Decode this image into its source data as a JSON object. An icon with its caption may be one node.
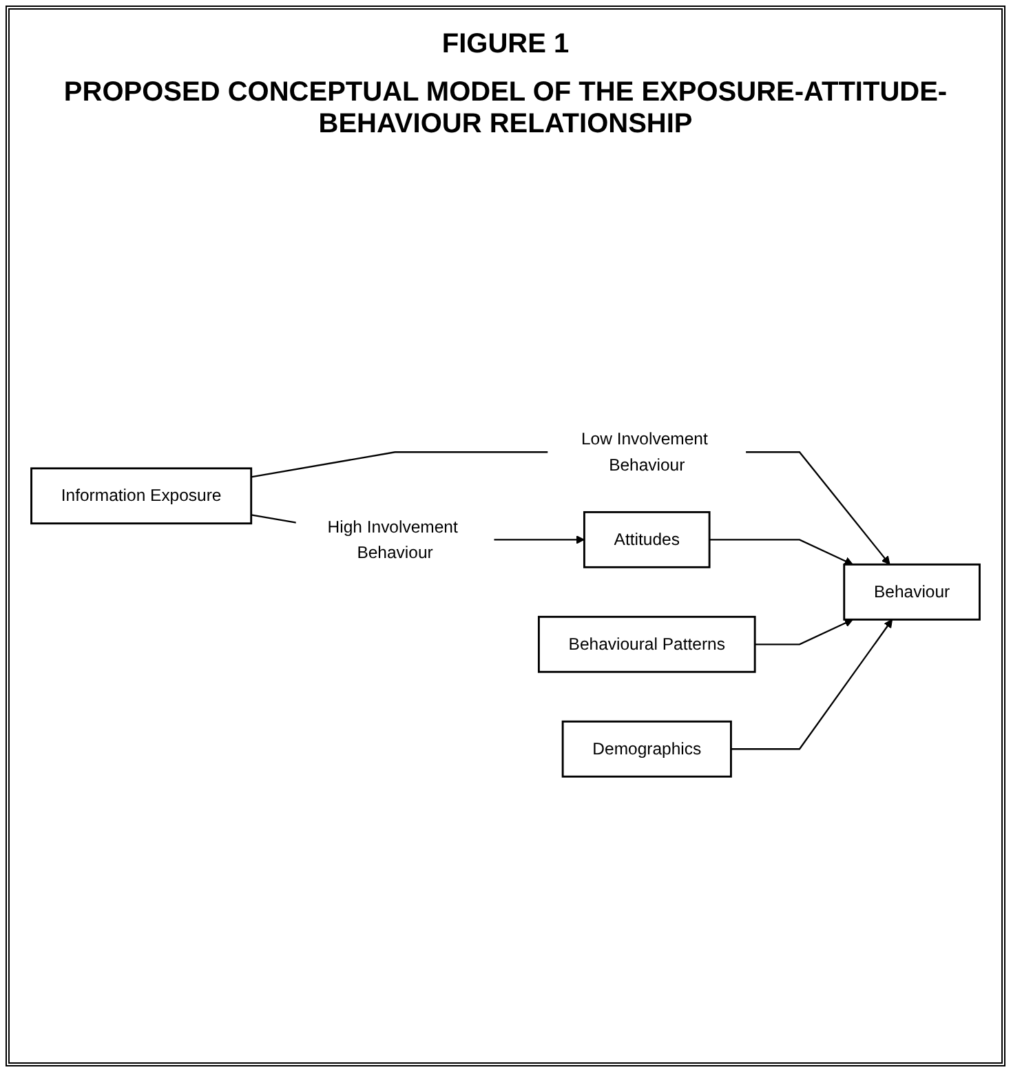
{
  "diagram": {
    "title": "FIGURE 1",
    "caption": "PROPOSED CONCEPTUAL MODEL OF THE EXPOSURE-ATTITUDE-BEHAVIOUR RELATIONSHIP",
    "nodes": [
      {
        "text": [
          "Information Exposure"
        ]
      },
      {
        "text": [
          "Attitudes"
        ]
      },
      {
        "text": [
          "Behaviour"
        ]
      },
      {
        "text": [
          "Behavioural Patterns"
        ]
      },
      {
        "text": [
          "Demographics"
        ]
      }
    ],
    "edges": [
      {
        "from": 0,
        "to": 1,
        "arrow": "to",
        "label": "High Involvement Behaviour"
      },
      {
        "from": 0,
        "to": 2,
        "arrow": "to",
        "label": "Low Involvement Behaviour"
      },
      {
        "from": 1,
        "to": 2,
        "arrow": "to"
      },
      {
        "from": 3,
        "to": 2,
        "arrow": "to"
      },
      {
        "from": 4,
        "to": 2,
        "arrow": "to"
      }
    ]
  }
}
